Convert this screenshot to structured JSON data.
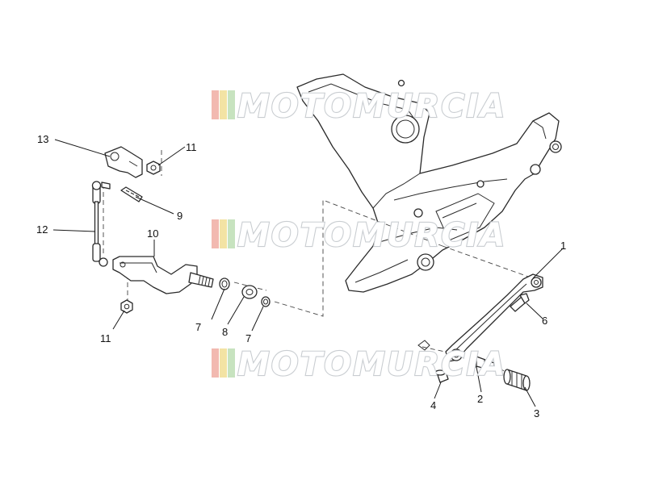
{
  "callouts": {
    "c1": "1",
    "c2": "2",
    "c3": "3",
    "c4": "4",
    "c6": "6",
    "c7a": "7",
    "c7b": "7",
    "c8": "8",
    "c9": "9",
    "c10": "10",
    "c11a": "11",
    "c11b": "11",
    "c12": "12",
    "c13": "13"
  },
  "watermark": {
    "text": "MOTOMURCIA",
    "colors": [
      "#f2b9b0",
      "#f3e3a4",
      "#c7e3bf"
    ]
  }
}
